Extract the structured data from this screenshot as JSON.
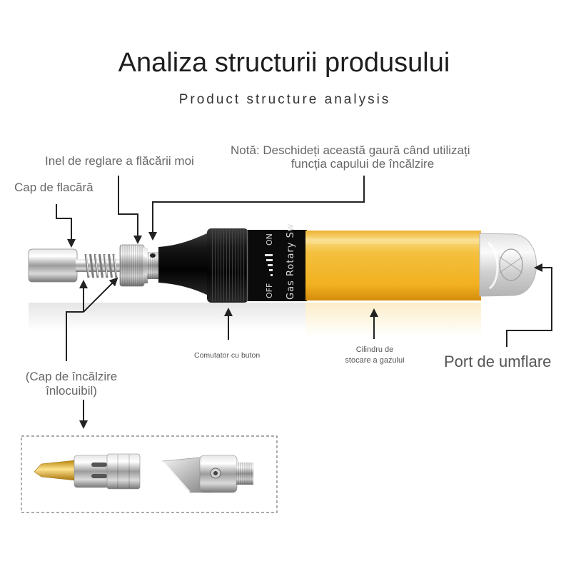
{
  "title": "Analiza structurii produsului",
  "subtitle": "Product structure analysis",
  "labels": {
    "flame_cap": "Cap de flacără",
    "flame_ring": "Inel de reglare a flăcării moi",
    "note": [
      "Notă: Deschideți această gaură când utilizați",
      "funcția capului de încălzire"
    ],
    "button_switch": "Comutator cu buton",
    "gas_cylinder": [
      "Cilindru de",
      "stocare a gazului"
    ],
    "inflation_port": "Port de umflare",
    "heating_cap": [
      "(Cap de încălzire",
      "înlocuibil)"
    ]
  },
  "product_print": {
    "on": "ON",
    "off": "OFF",
    "band_text": "Gas Rotary Sw"
  },
  "colors": {
    "body_yellow": "#f4c03e",
    "label_text": "#666666",
    "arrow": "#222222",
    "title_text": "#1e1e1e"
  }
}
